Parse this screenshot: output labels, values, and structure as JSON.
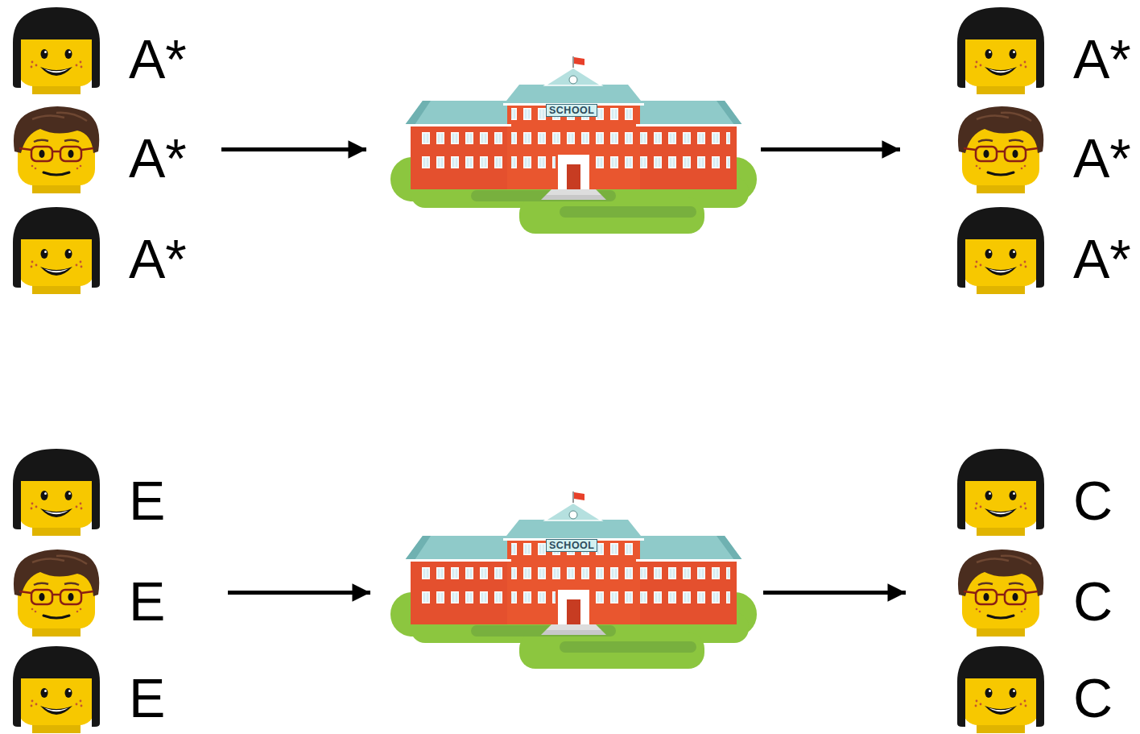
{
  "diagram": {
    "nodes": [
      {
        "text": [
          "A*"
        ]
      },
      {
        "text": [
          "A*"
        ]
      },
      {
        "text": [
          "A*"
        ]
      },
      {
        "text": [
          "SCHOOL"
        ]
      },
      {
        "text": [
          "A*"
        ]
      },
      {
        "text": [
          "A*"
        ]
      },
      {
        "text": [
          "A*"
        ]
      },
      {
        "text": [
          "E"
        ]
      },
      {
        "text": [
          "E"
        ]
      },
      {
        "text": [
          "E"
        ]
      },
      {
        "text": [
          "SCHOOL"
        ]
      },
      {
        "text": [
          "C"
        ]
      },
      {
        "text": [
          "C"
        ]
      },
      {
        "text": [
          "C"
        ]
      }
    ],
    "edges": [
      {
        "from": 1,
        "to": 3,
        "arrow": "to"
      },
      {
        "from": 3,
        "to": 5,
        "arrow": "to"
      },
      {
        "from": 8,
        "to": 10,
        "arrow": "to"
      },
      {
        "from": 10,
        "to": 12,
        "arrow": "to"
      }
    ]
  }
}
